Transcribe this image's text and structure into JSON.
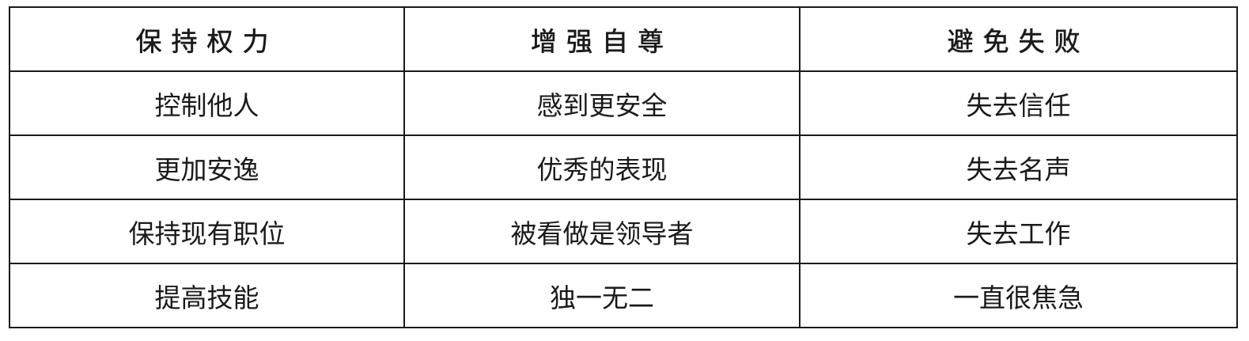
{
  "table": {
    "headers": [
      "保持权力",
      "增强自尊",
      "避免失败"
    ],
    "rows": [
      [
        "控制他人",
        "感到更安全",
        "失去信任"
      ],
      [
        "更加安逸",
        "优秀的表现",
        "失去名声"
      ],
      [
        "保持现有职位",
        "被看做是领导者",
        "失去工作"
      ],
      [
        "提高技能",
        "独一无二",
        "一直很焦急"
      ]
    ]
  }
}
